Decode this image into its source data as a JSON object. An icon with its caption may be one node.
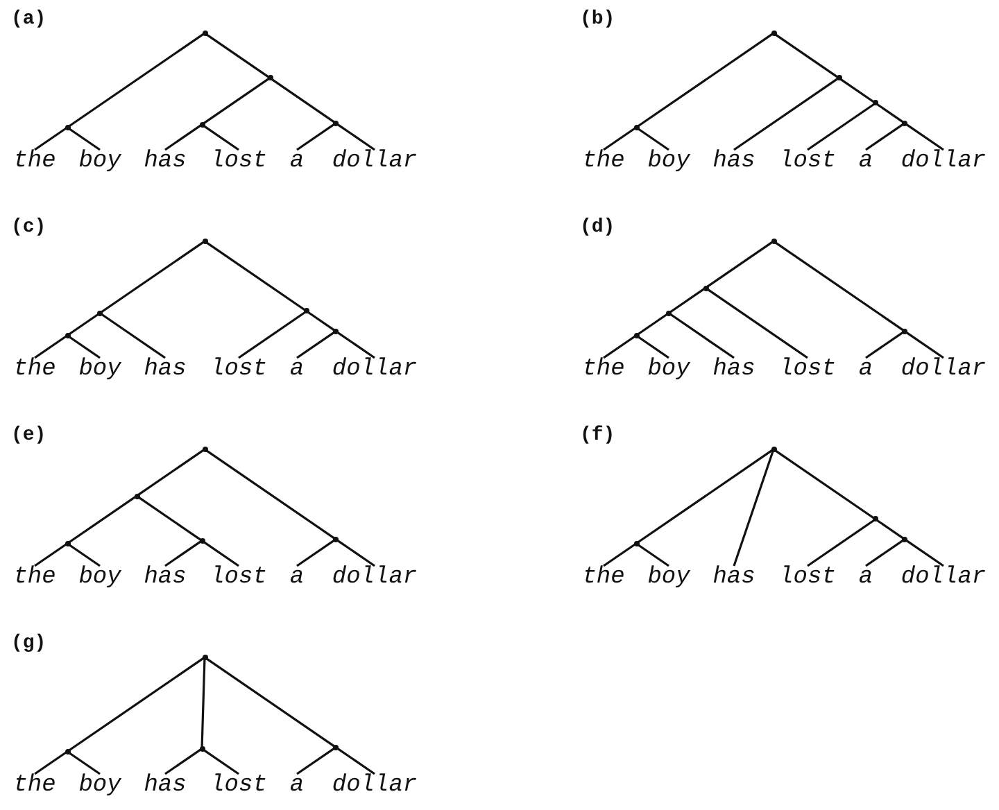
{
  "diagram": {
    "nodes": [
      {
        "text": [],
        "shape": "point"
      },
      {
        "text": [],
        "shape": "point"
      },
      {
        "text": [],
        "shape": "point"
      },
      {
        "text": [],
        "shape": "point"
      },
      {
        "text": [],
        "shape": "point"
      },
      {
        "text": [
          "the"
        ]
      },
      {
        "text": [
          "boy"
        ]
      },
      {
        "text": [
          "has"
        ]
      },
      {
        "text": [
          "lost"
        ]
      },
      {
        "text": [
          "a"
        ]
      },
      {
        "text": [
          "dollar"
        ]
      },
      {
        "text": [],
        "shape": "point"
      },
      {
        "text": [],
        "shape": "point"
      },
      {
        "text": [],
        "shape": "point"
      },
      {
        "text": [],
        "shape": "point"
      },
      {
        "text": [],
        "shape": "point"
      },
      {
        "text": [
          "the"
        ]
      },
      {
        "text": [
          "boy"
        ]
      },
      {
        "text": [
          "has"
        ]
      },
      {
        "text": [
          "lost"
        ]
      },
      {
        "text": [
          "a"
        ]
      },
      {
        "text": [
          "dollar"
        ]
      },
      {
        "text": [],
        "shape": "point"
      },
      {
        "text": [],
        "shape": "point"
      },
      {
        "text": [],
        "shape": "point"
      },
      {
        "text": [],
        "shape": "point"
      },
      {
        "text": [],
        "shape": "point"
      },
      {
        "text": [
          "the"
        ]
      },
      {
        "text": [
          "boy"
        ]
      },
      {
        "text": [
          "has"
        ]
      },
      {
        "text": [
          "lost"
        ]
      },
      {
        "text": [
          "a"
        ]
      },
      {
        "text": [
          "dollar"
        ]
      },
      {
        "text": [],
        "shape": "point"
      },
      {
        "text": [],
        "shape": "point"
      },
      {
        "text": [],
        "shape": "point"
      },
      {
        "text": [],
        "shape": "point"
      },
      {
        "text": [],
        "shape": "point"
      },
      {
        "text": [
          "the"
        ]
      },
      {
        "text": [
          "boy"
        ]
      },
      {
        "text": [
          "has"
        ]
      },
      {
        "text": [
          "lost"
        ]
      },
      {
        "text": [
          "a"
        ]
      },
      {
        "text": [
          "dollar"
        ]
      },
      {
        "text": [],
        "shape": "point"
      },
      {
        "text": [],
        "shape": "point"
      },
      {
        "text": [],
        "shape": "point"
      },
      {
        "text": [],
        "shape": "point"
      },
      {
        "text": [],
        "shape": "point"
      },
      {
        "text": [
          "the"
        ]
      },
      {
        "text": [
          "boy"
        ]
      },
      {
        "text": [
          "has"
        ]
      },
      {
        "text": [
          "lost"
        ]
      },
      {
        "text": [
          "a"
        ]
      },
      {
        "text": [
          "dollar"
        ]
      },
      {
        "text": [],
        "shape": "point"
      },
      {
        "text": [],
        "shape": "point"
      },
      {
        "text": [],
        "shape": "point"
      },
      {
        "text": [],
        "shape": "point"
      },
      {
        "text": [
          "the"
        ]
      },
      {
        "text": [
          "boy"
        ]
      },
      {
        "text": [
          "has"
        ]
      },
      {
        "text": [
          "lost"
        ]
      },
      {
        "text": [
          "a"
        ]
      },
      {
        "text": [
          "dollar"
        ]
      },
      {
        "text": [],
        "shape": "point"
      },
      {
        "text": [],
        "shape": "point"
      },
      {
        "text": [],
        "shape": "point"
      },
      {
        "text": [],
        "shape": "point"
      },
      {
        "text": [
          "the"
        ]
      },
      {
        "text": [
          "boy"
        ]
      },
      {
        "text": [
          "has"
        ]
      },
      {
        "text": [
          "lost"
        ]
      },
      {
        "text": [
          "a"
        ]
      },
      {
        "text": [
          "dollar"
        ]
      }
    ],
    "edges": [
      {
        "from": 0,
        "to": 1,
        "arrow": "none"
      },
      {
        "from": 0,
        "to": 2,
        "arrow": "none"
      },
      {
        "from": 1,
        "to": 5,
        "arrow": "none"
      },
      {
        "from": 1,
        "to": 6,
        "arrow": "none"
      },
      {
        "from": 2,
        "to": 3,
        "arrow": "none"
      },
      {
        "from": 2,
        "to": 4,
        "arrow": "none"
      },
      {
        "from": 3,
        "to": 7,
        "arrow": "none"
      },
      {
        "from": 3,
        "to": 8,
        "arrow": "none"
      },
      {
        "from": 4,
        "to": 9,
        "arrow": "none"
      },
      {
        "from": 4,
        "to": 10,
        "arrow": "none"
      },
      {
        "from": 11,
        "to": 12,
        "arrow": "none"
      },
      {
        "from": 11,
        "to": 13,
        "arrow": "none"
      },
      {
        "from": 12,
        "to": 16,
        "arrow": "none"
      },
      {
        "from": 12,
        "to": 17,
        "arrow": "none"
      },
      {
        "from": 13,
        "to": 18,
        "arrow": "none"
      },
      {
        "from": 13,
        "to": 14,
        "arrow": "none"
      },
      {
        "from": 14,
        "to": 19,
        "arrow": "none"
      },
      {
        "from": 14,
        "to": 15,
        "arrow": "none"
      },
      {
        "from": 15,
        "to": 20,
        "arrow": "none"
      },
      {
        "from": 15,
        "to": 21,
        "arrow": "none"
      },
      {
        "from": 22,
        "to": 23,
        "arrow": "none"
      },
      {
        "from": 22,
        "to": 25,
        "arrow": "none"
      },
      {
        "from": 23,
        "to": 24,
        "arrow": "none"
      },
      {
        "from": 23,
        "to": 29,
        "arrow": "none"
      },
      {
        "from": 24,
        "to": 27,
        "arrow": "none"
      },
      {
        "from": 24,
        "to": 28,
        "arrow": "none"
      },
      {
        "from": 25,
        "to": 30,
        "arrow": "none"
      },
      {
        "from": 25,
        "to": 26,
        "arrow": "none"
      },
      {
        "from": 26,
        "to": 31,
        "arrow": "none"
      },
      {
        "from": 26,
        "to": 32,
        "arrow": "none"
      },
      {
        "from": 33,
        "to": 34,
        "arrow": "none"
      },
      {
        "from": 33,
        "to": 37,
        "arrow": "none"
      },
      {
        "from": 34,
        "to": 35,
        "arrow": "none"
      },
      {
        "from": 34,
        "to": 41,
        "arrow": "none"
      },
      {
        "from": 35,
        "to": 36,
        "arrow": "none"
      },
      {
        "from": 35,
        "to": 40,
        "arrow": "none"
      },
      {
        "from": 36,
        "to": 38,
        "arrow": "none"
      },
      {
        "from": 36,
        "to": 39,
        "arrow": "none"
      },
      {
        "from": 37,
        "to": 42,
        "arrow": "none"
      },
      {
        "from": 37,
        "to": 43,
        "arrow": "none"
      },
      {
        "from": 44,
        "to": 45,
        "arrow": "none"
      },
      {
        "from": 44,
        "to": 48,
        "arrow": "none"
      },
      {
        "from": 45,
        "to": 46,
        "arrow": "none"
      },
      {
        "from": 45,
        "to": 47,
        "arrow": "none"
      },
      {
        "from": 46,
        "to": 49,
        "arrow": "none"
      },
      {
        "from": 46,
        "to": 50,
        "arrow": "none"
      },
      {
        "from": 47,
        "to": 51,
        "arrow": "none"
      },
      {
        "from": 47,
        "to": 52,
        "arrow": "none"
      },
      {
        "from": 48,
        "to": 53,
        "arrow": "none"
      },
      {
        "from": 48,
        "to": 54,
        "arrow": "none"
      },
      {
        "from": 55,
        "to": 56,
        "arrow": "none"
      },
      {
        "from": 55,
        "to": 61,
        "arrow": "none"
      },
      {
        "from": 55,
        "to": 57,
        "arrow": "none"
      },
      {
        "from": 56,
        "to": 59,
        "arrow": "none"
      },
      {
        "from": 56,
        "to": 60,
        "arrow": "none"
      },
      {
        "from": 57,
        "to": 62,
        "arrow": "none"
      },
      {
        "from": 57,
        "to": 58,
        "arrow": "none"
      },
      {
        "from": 58,
        "to": 63,
        "arrow": "none"
      },
      {
        "from": 58,
        "to": 64,
        "arrow": "none"
      },
      {
        "from": 65,
        "to": 66,
        "arrow": "none"
      },
      {
        "from": 65,
        "to": 67,
        "arrow": "none"
      },
      {
        "from": 65,
        "to": 68,
        "arrow": "none"
      },
      {
        "from": 66,
        "to": 69,
        "arrow": "none"
      },
      {
        "from": 66,
        "to": 70,
        "arrow": "none"
      },
      {
        "from": 67,
        "to": 71,
        "arrow": "none"
      },
      {
        "from": 67,
        "to": 72,
        "arrow": "none"
      },
      {
        "from": 68,
        "to": 73,
        "arrow": "none"
      },
      {
        "from": 68,
        "to": 74,
        "arrow": "none"
      }
    ],
    "labels": [
      "(a)",
      "(b)",
      "(c)",
      "(d)",
      "(e)",
      "(f)",
      "(g)"
    ]
  }
}
